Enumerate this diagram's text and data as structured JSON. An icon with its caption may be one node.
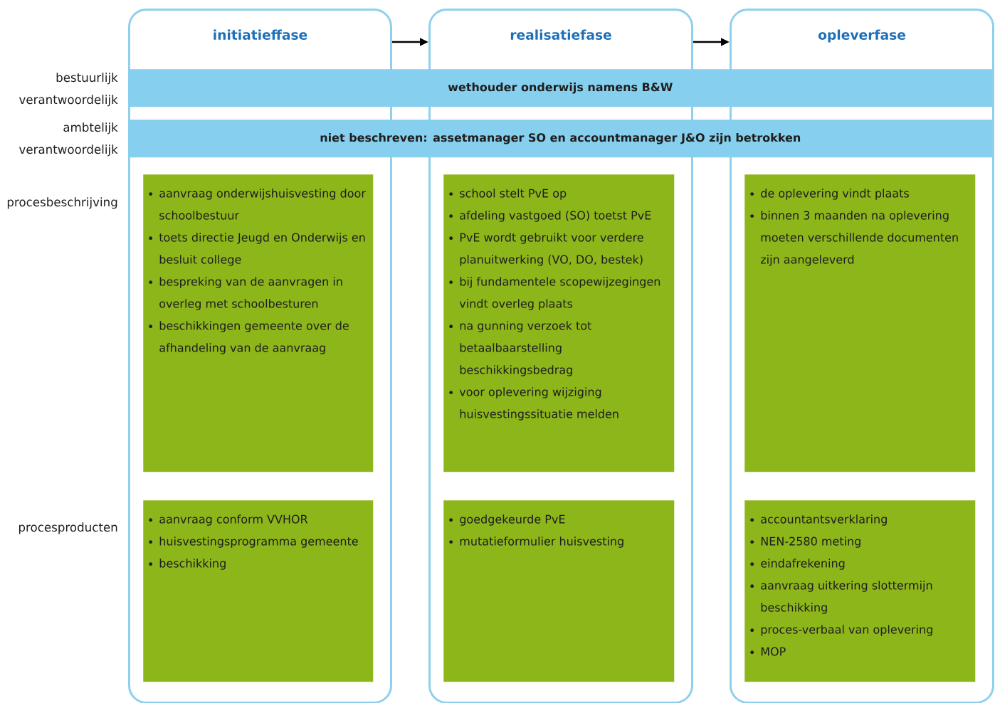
{
  "diagram": {
    "nodes": [
      {
        "text": [
          "initiatieffase"
        ]
      },
      {
        "text": [
          "realisatiefase"
        ]
      },
      {
        "text": [
          "opleverfase"
        ]
      },
      {
        "text": [
          "wethouder onderwijs namens B&W"
        ]
      },
      {
        "text": [
          "niet beschreven: assetmanager SO en accountmanager J&O zijn betrokken"
        ]
      },
      {
        "text": [
          "aanvraag onderwijshuisvesting door schoolbestuur",
          "toets directie Jeugd en Onderwijs en besluit college",
          "bespreking van de aanvragen in overleg met schoolbesturen",
          "beschikkingen gemeente over de afhandeling van de aanvraag"
        ],
        "in": 0
      },
      {
        "text": [
          "school stelt PvE op",
          "afdeling vastgoed (SO) toetst PvE",
          "PvE wordt gebruikt voor verdere planuitwerking (VO, DO, bestek)",
          "bij fundamentele scopewijzegingen vindt overleg plaats",
          "na gunning verzoek tot betaalbaarstelling beschikkingsbedrag",
          "voor oplevering wijziging huisvestingssituatie melden"
        ],
        "in": 1
      },
      {
        "text": [
          "de oplevering vindt plaats",
          "binnen 3 maanden na oplevering moeten verschillende documenten zijn aangeleverd"
        ],
        "in": 2
      },
      {
        "text": [
          "aanvraag conform VVHOR",
          "huisvestingsprogramma gemeente",
          "beschikking"
        ],
        "in": 0
      },
      {
        "text": [
          "goedgekeurde PvE",
          "mutatieformulier huisvesting"
        ],
        "in": 1
      },
      {
        "text": [
          "accountantsverklaring",
          "NEN-2580 meting",
          "eindafrekening",
          "aanvraag uitkering slottermijn beschikking",
          "proces-verbaal van oplevering",
          "MOP"
        ],
        "in": 2
      }
    ],
    "edges": [
      {
        "from": 0,
        "to": 1,
        "arrow": "to"
      },
      {
        "from": 1,
        "to": 2,
        "arrow": "to"
      }
    ],
    "labels": [
      "bestuurlijk verantwoordelijk",
      "ambtelijk verantwoordelijk",
      "procesbeschrijving",
      "procesproducten"
    ]
  }
}
